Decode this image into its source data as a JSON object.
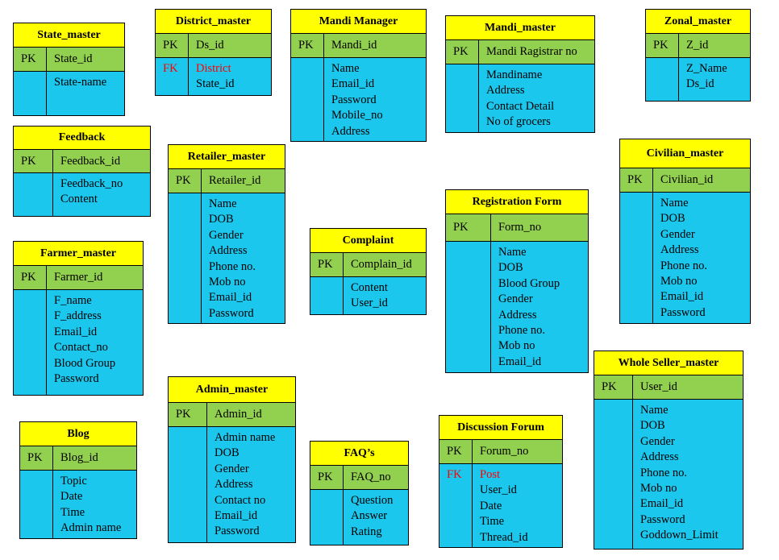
{
  "tables": [
    {
      "title": "State_master",
      "pk": "State_id",
      "fields": [
        "State-name"
      ],
      "fk_label": "",
      "fk_field": ""
    },
    {
      "title": "District_master",
      "pk": "Ds_id",
      "fk_label": "FK",
      "fk_field": "District",
      "fields": [
        "State_id"
      ]
    },
    {
      "title": "Mandi Manager",
      "pk": "Mandi_id",
      "fields": [
        "Name",
        "Email_id",
        "Password",
        "Mobile_no",
        "Address"
      ],
      "fk_label": "",
      "fk_field": ""
    },
    {
      "title": "Mandi_master",
      "pk": "Mandi Ragistrar no",
      "fields": [
        "Mandiname",
        "Address",
        "Contact Detail",
        "No of grocers"
      ],
      "fk_label": "",
      "fk_field": ""
    },
    {
      "title": "Zonal_master",
      "pk": "Z_id",
      "fields": [
        "Z_Name",
        "Ds_id"
      ],
      "fk_label": "",
      "fk_field": ""
    },
    {
      "title": "Feedback",
      "pk": "Feedback_id",
      "fields": [
        "Feedback_no",
        "Content"
      ],
      "fk_label": "",
      "fk_field": ""
    },
    {
      "title": "Retailer_master",
      "pk": "Retailer_id",
      "fields": [
        "Name",
        "DOB",
        "Gender",
        "Address",
        "Phone no.",
        "Mob no",
        "Email_id",
        "Password"
      ],
      "fk_label": "",
      "fk_field": ""
    },
    {
      "title": "Civilian_master",
      "pk": "Civilian_id",
      "fields": [
        "Name",
        "DOB",
        "Gender",
        "Address",
        "Phone no.",
        "Mob no",
        "Email_id",
        "Password"
      ],
      "fk_label": "",
      "fk_field": ""
    },
    {
      "title": "Registration Form",
      "pk": "Form_no",
      "fields": [
        "Name",
        "DOB",
        "Blood Group",
        "Gender",
        "Address",
        "Phone no.",
        "Mob no",
        "Email_id"
      ],
      "fk_label": "",
      "fk_field": ""
    },
    {
      "title": "Complaint",
      "pk": "Complain_id",
      "fields": [
        "Content",
        "User_id"
      ],
      "fk_label": "",
      "fk_field": ""
    },
    {
      "title": "Farmer_master",
      "pk": "Farmer_id",
      "fields": [
        "F_name",
        "F_address",
        "Email_id",
        "Contact_no",
        "Blood Group",
        "Password"
      ],
      "fk_label": "",
      "fk_field": ""
    },
    {
      "title": "Whole Seller_master",
      "pk": "User_id",
      "fields": [
        "Name",
        "DOB",
        "Gender",
        "Address",
        "Phone no.",
        "Mob no",
        "Email_id",
        "Password",
        "Goddown_Limit"
      ],
      "fk_label": "",
      "fk_field": ""
    },
    {
      "title": "Admin_master",
      "pk": "Admin_id",
      "fields": [
        "Admin name",
        "DOB",
        "Gender",
        "Address",
        "Contact no",
        "Email_id",
        "Password"
      ],
      "fk_label": "",
      "fk_field": ""
    },
    {
      "title": "Discussion Forum",
      "pk": "Forum_no",
      "fk_label": "FK",
      "fk_field": "Post",
      "fields": [
        "User_id",
        "Date",
        "Time",
        "Thread_id"
      ]
    },
    {
      "title": "FAQ’s",
      "pk": "FAQ_no",
      "fields": [
        "Question",
        "Answer",
        "Rating"
      ],
      "fk_label": "",
      "fk_field": ""
    },
    {
      "title": "Blog",
      "pk": "Blog_id",
      "fields": [
        "Topic",
        "Date",
        "Time",
        "Admin name"
      ],
      "fk_label": "",
      "fk_field": ""
    }
  ],
  "pk_label": "PK",
  "colors": {
    "header": "#ffff00",
    "pk_row": "#92d050",
    "body": "#1cc7ee",
    "fk_text": "#ff0000"
  }
}
